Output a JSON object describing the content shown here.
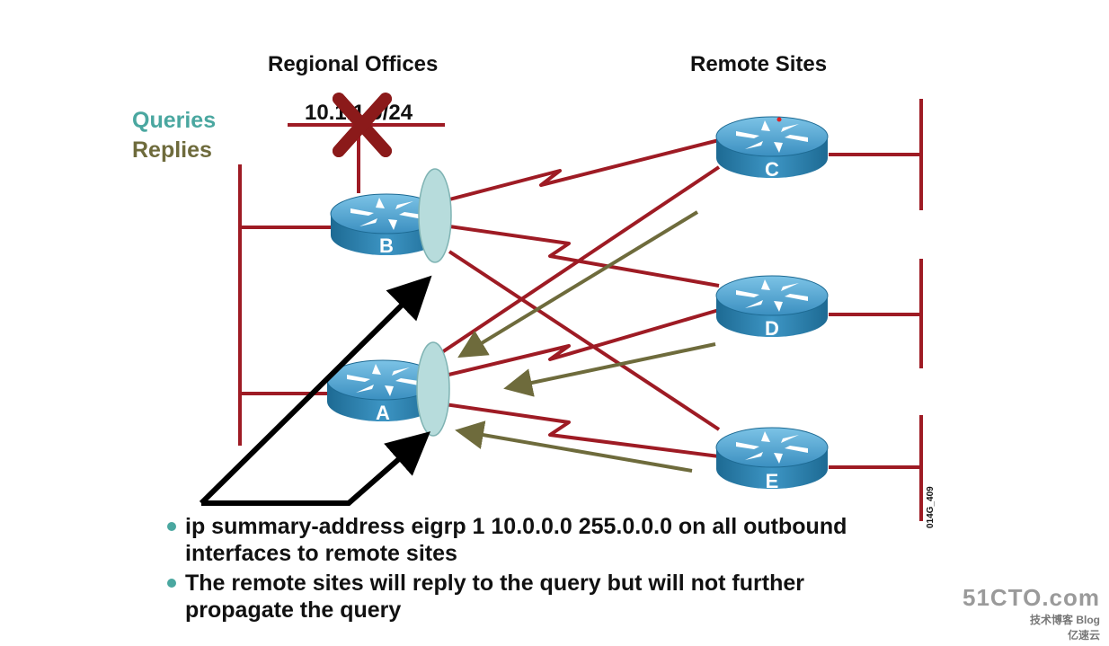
{
  "header": {
    "left_title": "Regional Offices",
    "right_title": "Remote Sites"
  },
  "legend": {
    "queries_label": "Queries",
    "replies_label": "Replies",
    "queries_color": "#4aa7a0",
    "replies_color": "#6e6b3c"
  },
  "subnet_label": "10.1.1.0/24",
  "routers": {
    "a": "A",
    "b": "B",
    "c": "C",
    "d": "D",
    "e": "E"
  },
  "bullets": [
    "ip summary-address eigrp 1 10.0.0.0 255.0.0.0 on all outbound interfaces to remote sites",
    "The remote sites will reply to the query but will not further propagate the query"
  ],
  "figure_id": "014G_409",
  "watermark": {
    "site": "51CTO.com",
    "tagline": "技术博客 Blog",
    "brand": "亿速云"
  },
  "colors": {
    "link_red": "#9e1b24",
    "router_blue": "#2f7fa8",
    "query_oval": "#b7dcdc",
    "reply_arrow": "#6e6b3c",
    "failure_x": "#8b1a1a"
  }
}
